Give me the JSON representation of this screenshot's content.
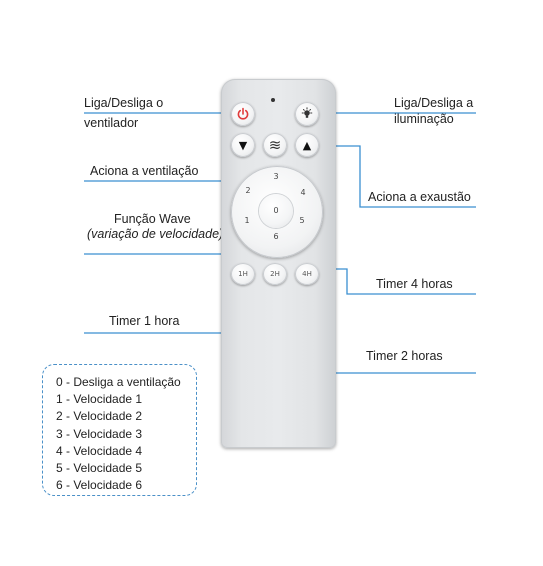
{
  "callouts": {
    "power": "Liga/Desliga o ventilador",
    "power_line1": "Liga/Desliga o",
    "power_line2": "ventilador",
    "light_line1": "Liga/Desliga a",
    "light_line2": "iluminação",
    "ventilation": "Aciona a ventilação",
    "exhaust": "Aciona a exaustão",
    "wave_line1": "Função Wave",
    "wave_line2": "(variação de velocidade)",
    "timer4": "Timer 4 horas",
    "timer1": "Timer 1 hora",
    "timer2": "Timer 2 horas"
  },
  "remote": {
    "dial_numbers": [
      "0",
      "1",
      "2",
      "3",
      "4",
      "5",
      "6"
    ],
    "timer_buttons": [
      "1H",
      "2H",
      "4H"
    ],
    "icons": [
      "power-icon",
      "light-bulb-icon",
      "arrow-down-icon",
      "wave-icon",
      "arrow-up-icon"
    ]
  },
  "legend": [
    "0 - Desliga a ventilação",
    "1 - Velocidade 1",
    "2 - Velocidade 2",
    "3 - Velocidade 3",
    "4 - Velocidade 4",
    "5 - Velocidade 5",
    "6 - Velocidade 6"
  ],
  "colors": {
    "leader_line": "#3a8fd1",
    "power_red": "#e03b3b",
    "legend_border": "#4a90c8"
  }
}
